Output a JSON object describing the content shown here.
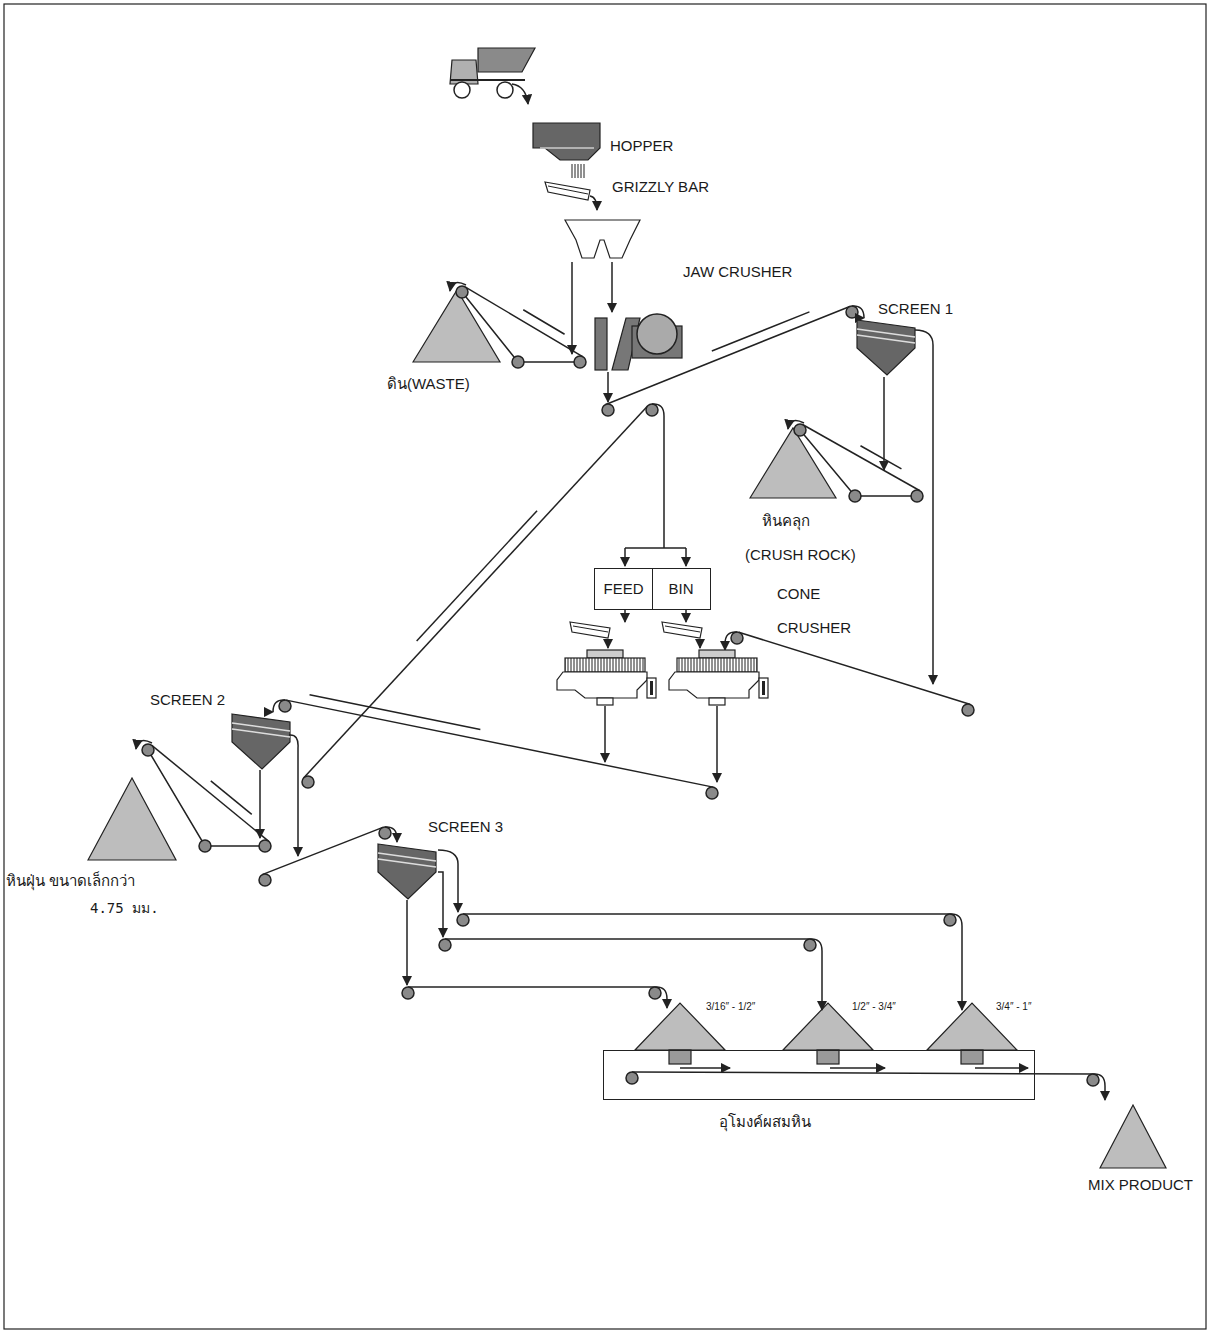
{
  "diagram": {
    "nodes": [
      {
        "text": [
          "FEED"
        ]
      },
      {
        "text": [
          "BIN"
        ]
      },
      {
        "text": [
          "อุโมงค์ผสมหิน"
        ]
      }
    ],
    "labels": [
      "HOPPER",
      "GRIZZLY BAR",
      "JAW CRUSHER",
      "SCREEN 1",
      "ดิน(WASTE)",
      "หินคลุก",
      "(CRUSH ROCK)",
      "CONE CRUSHER",
      "SCREEN 2",
      "หินฝุ่น ขนาดเล็กกว่า",
      "4.75 มม.",
      "SCREEN 3",
      "3/16″ - 1/2″",
      "1/2″ - 3/4″",
      "3/4″ - 1″",
      "MIX PRODUCT"
    ]
  }
}
